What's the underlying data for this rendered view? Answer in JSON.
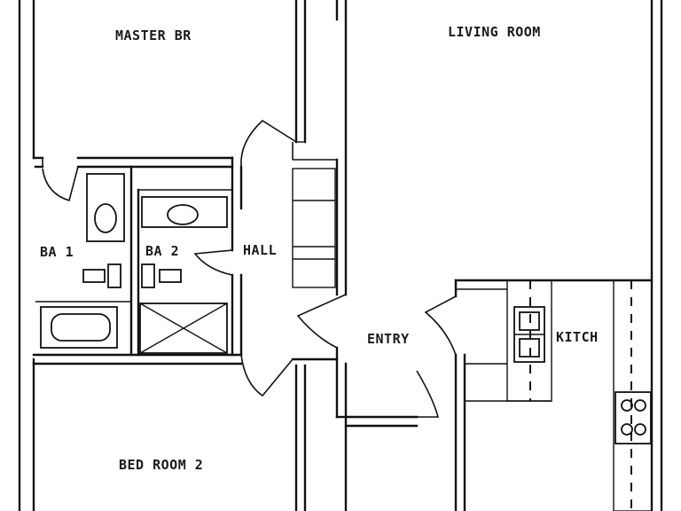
{
  "floor_plan": {
    "rooms": {
      "master_br": "MASTER BR",
      "living_room": "LIVING ROOM",
      "ba1": "BA 1",
      "ba2": "BA 2",
      "hall": "HALL",
      "entry": "ENTRY",
      "kitchen": "KITCH",
      "bed_room_2": "BED ROOM 2"
    }
  }
}
